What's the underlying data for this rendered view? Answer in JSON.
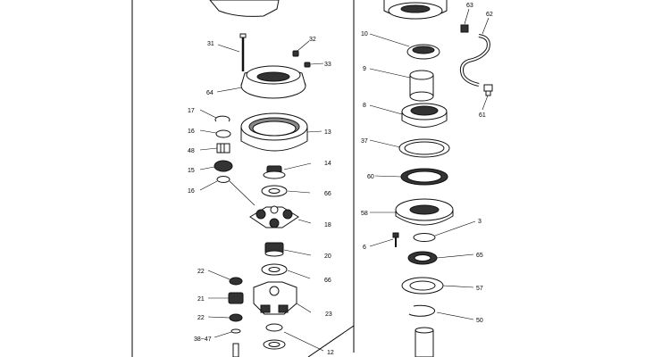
{
  "labels": {
    "p31": "31",
    "p32": "32",
    "p33": "33",
    "p64": "64",
    "p17": "17",
    "p16a": "16",
    "p48": "48",
    "p15": "15",
    "p16b": "16",
    "p13": "13",
    "p14": "14",
    "p66a": "66",
    "p18": "18",
    "p20": "20",
    "p66b": "66",
    "p22a": "22",
    "p21": "21",
    "p22b": "22",
    "p38_47": "38~47",
    "p23": "23",
    "p12": "12",
    "p10": "10",
    "p9": "9",
    "p8": "8",
    "p37": "37",
    "p60": "60",
    "p58": "58",
    "p3": "3",
    "p6": "6",
    "p65": "65",
    "p57": "57",
    "p50": "50",
    "p63": "63",
    "p62": "62",
    "p61": "61"
  }
}
